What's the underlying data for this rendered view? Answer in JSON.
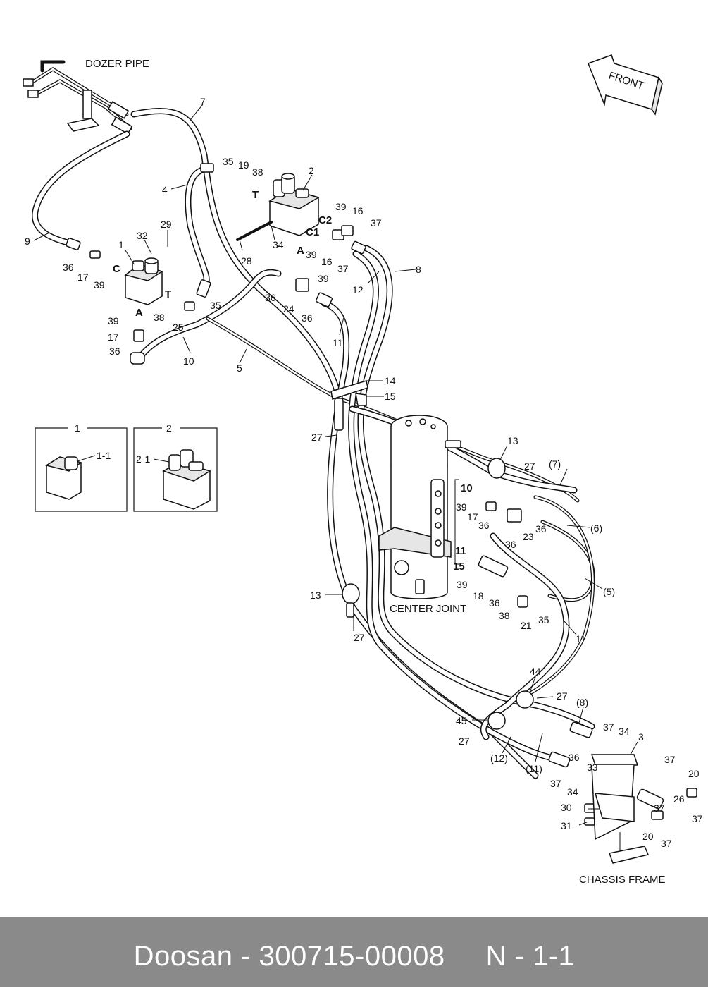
{
  "captions": {
    "dozer_pipe": "DOZER PIPE",
    "front": "FRONT",
    "center_joint": "CENTER JOINT",
    "chassis_frame": "CHASSIS FRAME"
  },
  "port_letters": {
    "c_left": "C",
    "t_left": "T",
    "a_left": "A",
    "t_right": "T",
    "c2": "C2",
    "c1": "C1",
    "a_right": "A"
  },
  "inset_boxes": [
    {
      "title": "1",
      "sublabel": "1-1"
    },
    {
      "title": "2",
      "sublabel": "2-1"
    }
  ],
  "callouts": {
    "p7": "7",
    "p4": "4",
    "p9": "9",
    "p35a": "35",
    "p19": "19",
    "p38a": "38",
    "p2": "2",
    "p39a": "39",
    "p16a": "16",
    "p37a": "37",
    "p29": "29",
    "p32": "32",
    "p1": "1",
    "p36a": "36",
    "p17a": "17",
    "p39b": "39",
    "p34a": "34",
    "p28": "28",
    "p39c": "39",
    "p16b": "16",
    "p37b": "37",
    "p8": "8",
    "p12": "12",
    "p39d": "39",
    "p36b": "36",
    "p24": "24",
    "p36c": "36",
    "p38b": "38",
    "p25": "25",
    "p35b": "35",
    "p39e": "39",
    "p17b": "17",
    "p36d": "36",
    "p11a": "11",
    "p10": "10",
    "p5": "5",
    "p14": "14",
    "p15a": "15",
    "p27a": "27",
    "p13a": "13",
    "p27b": "27",
    "p7b": "(7)",
    "p10b": "10",
    "p39f": "39",
    "p17c": "17",
    "p36e": "36",
    "p36f": "36",
    "p36g": "36",
    "p23": "23",
    "p6": "(6)",
    "p11b": "11",
    "p15b": "15",
    "p39g": "39",
    "p18": "18",
    "p36h": "36",
    "p38c": "38",
    "p21": "21",
    "p35c": "35",
    "p5b": "(5)",
    "p11c": "11",
    "p13b": "13",
    "p27c": "27",
    "p44": "44",
    "p27d": "27",
    "p8b": "(8)",
    "p45": "45",
    "p27e": "27",
    "p12b": "(12)",
    "p11d": "(11)",
    "p37c": "37",
    "p34b": "34",
    "p3": "3",
    "p36i": "36",
    "p33": "33",
    "p37d": "37",
    "p34c": "34",
    "p37e": "37",
    "p20a": "20",
    "p26": "26",
    "p37f": "37",
    "p37g": "37",
    "p30": "30",
    "p31": "31",
    "p20b": "20",
    "p37h": "37"
  },
  "footer": {
    "brand": "Doosan",
    "part_number": "300715-00008",
    "page_ref": "N - 1-1"
  }
}
